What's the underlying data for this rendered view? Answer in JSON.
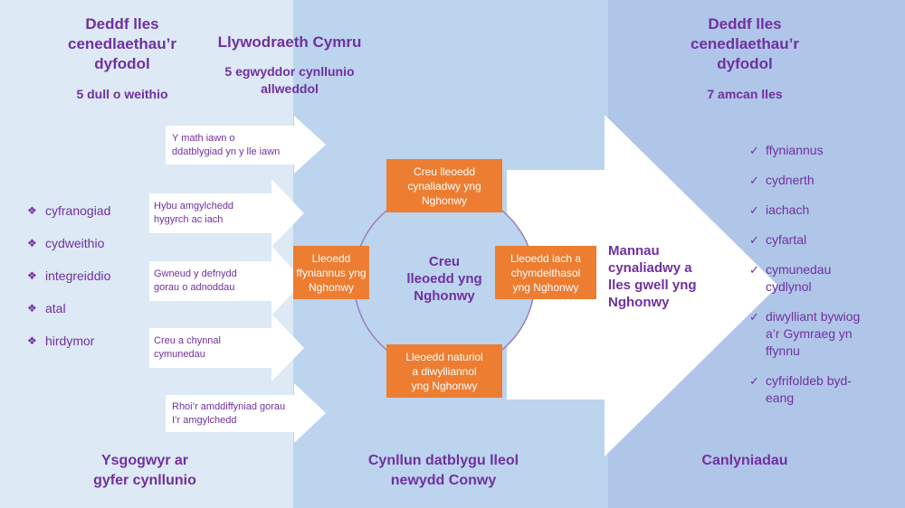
{
  "columns": {
    "left": {
      "title": "Deddf lles\ncenedlaethau’r\ndyfodol",
      "subtitle": "5 dull o weithio",
      "bottom": "Ysgogwyr ar\ngyfer cynllunio",
      "ways_of_working": [
        "cyfranogiad",
        "cydweithio",
        "integreiddio",
        "atal",
        "hirdymor"
      ]
    },
    "middle": {
      "title": "Llywodraeth Cymru",
      "subtitle": "5 egwyddor cynllunio\nallweddol",
      "bottom": "Cynllun datblygu lleol\nnewydd Conwy",
      "principle_arrows": [
        "Y math iawn o\nddatblygiad yn y lle iawn",
        "Hybu amgylchedd\nhygyrch ac iach",
        "Gwneud y defnydd\ngorau o adnoddau",
        "Creu a chynnal\ncymunedau",
        "Rhoi’r amddiffyniad gorau\nI’r amgylchedd"
      ],
      "circle_center": "Creu\nlleoedd yng\nNghonwy",
      "boxes": {
        "top": "Creu lleoedd\ncynaliadwy yng\nNghonwy",
        "left": "Lleoedd\nffyniannus yng\nNghonwy",
        "right": "Lleoedd iach a\nchymdeithasol\nyng Nghonwy",
        "bottom": "Lleoedd naturiol\na diwylliannol\nyng Nghonwy"
      },
      "big_arrow_text": "Mannau\ncynaliadwy a\nlles gwell yng\nNghonwy"
    },
    "right": {
      "title": "Deddf lles\ncenedlaethau’r\ndyfodol",
      "subtitle": "7 amcan lles",
      "bottom": "Canlyniadau",
      "goals": [
        "ffyniannus",
        "cydnerth",
        "iachach",
        "cyfartal",
        "cymunedau\ncydlynol",
        "diwylliant bywiog\na’r Gymraeg yn\nffynnu",
        "cyfrifoldeb byd-\neang"
      ]
    }
  },
  "symbols": {
    "diamond": "❖",
    "check": "✓"
  },
  "colors": {
    "text": "#7030a0",
    "orange": "#ed7d31",
    "left_panel": "#dde9f5",
    "middle_panel": "#bcd4ee",
    "right_panel": "#b0c6e8"
  }
}
